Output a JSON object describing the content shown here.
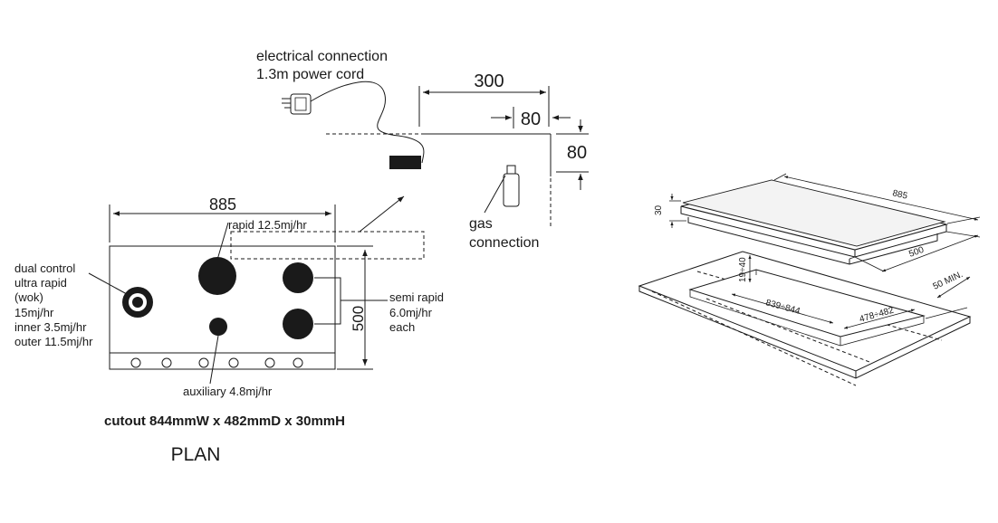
{
  "plan": {
    "electrical": {
      "line1": "electrical connection",
      "line2": "1.3m power cord"
    },
    "dim_300": "300",
    "dim_80_horizontal": "80",
    "dim_80_vertical": "80",
    "gas": {
      "line1": "gas",
      "line2": "connection"
    },
    "dim_885": "885",
    "rapid": "rapid 12.5mj/hr",
    "dual_control": [
      "dual control",
      "ultra rapid",
      "(wok)",
      "15mj/hr",
      "inner 3.5mj/hr",
      "outer 11.5mj/hr"
    ],
    "semi_rapid": [
      "semi rapid",
      "6.0mj/hr",
      "each"
    ],
    "dim_500": "500",
    "auxiliary": "auxiliary 4.8mj/hr",
    "cutout": "cutout 844mmW x 482mmD x 30mmH",
    "title": "PLAN"
  },
  "iso": {
    "dim_885": "885",
    "dim_30": "30",
    "dim_500": "500",
    "dim_19_40": "19÷40",
    "dim_839_844": "839÷844",
    "dim_478_482": "478÷482",
    "dim_50_min": "50 MIN."
  }
}
